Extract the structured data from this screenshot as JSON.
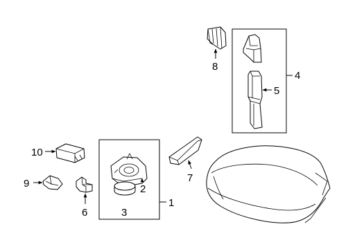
{
  "diagram": {
    "callouts": {
      "c1": "1",
      "c2": "2",
      "c3": "3",
      "c4": "4",
      "c5": "5",
      "c6": "6",
      "c7": "7",
      "c8": "8",
      "c9": "9",
      "c10": "10"
    },
    "parts": [
      {
        "callout": "1",
        "icon": "cushion-sensor-group"
      },
      {
        "callout": "2",
        "icon": "sensor-bracket-icon"
      },
      {
        "callout": "3",
        "icon": "round-pad-icon"
      },
      {
        "callout": "4",
        "icon": "bracket-assembly-group"
      },
      {
        "callout": "5",
        "icon": "long-bracket-icon"
      },
      {
        "callout": "6",
        "icon": "small-clip-icon"
      },
      {
        "callout": "7",
        "icon": "wedge-pad-icon"
      },
      {
        "callout": "8",
        "icon": "top-clip-icon"
      },
      {
        "callout": "9",
        "icon": "trim-piece-icon"
      },
      {
        "callout": "10",
        "icon": "control-module-icon"
      }
    ]
  }
}
